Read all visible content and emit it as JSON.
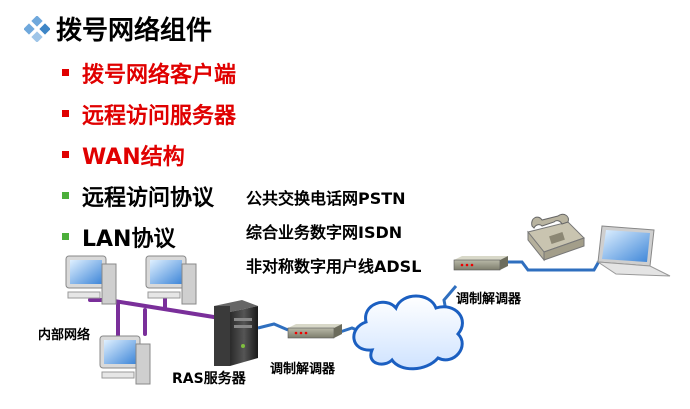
{
  "title": "拨号网络组件",
  "bullets": [
    {
      "text": "拨号网络客户端",
      "color": "#e00000",
      "marker_color": "#e00000"
    },
    {
      "text": "远程访问服务器",
      "color": "#e00000",
      "marker_color": "#e00000"
    },
    {
      "text": "WAN结构",
      "color": "#e00000",
      "marker_color": "#e00000"
    },
    {
      "text": "远程访问协议",
      "color": "#000000",
      "marker_color": "#4caf3a"
    },
    {
      "text": "LAN协议",
      "color": "#000000",
      "marker_color": "#4caf3a"
    }
  ],
  "wan_types": [
    "公共交换电话网PSTN",
    "综合业务数字网ISDN",
    "非对称数字用户线ADSL"
  ],
  "diagram": {
    "internal_network": "内部网络",
    "ras_server": "RAS服务器",
    "modem_left": "调制解调器",
    "modem_right": "调制解调器"
  },
  "colors": {
    "accent": "#e00000",
    "lan_cable": "#7a2f9a",
    "phone_line": "#2f6fbf"
  },
  "icons": [
    "diamond-bullet-icon",
    "desktop-computer-icon",
    "server-tower-icon",
    "modem-icon",
    "cloud-icon",
    "telephone-icon",
    "laptop-icon"
  ]
}
